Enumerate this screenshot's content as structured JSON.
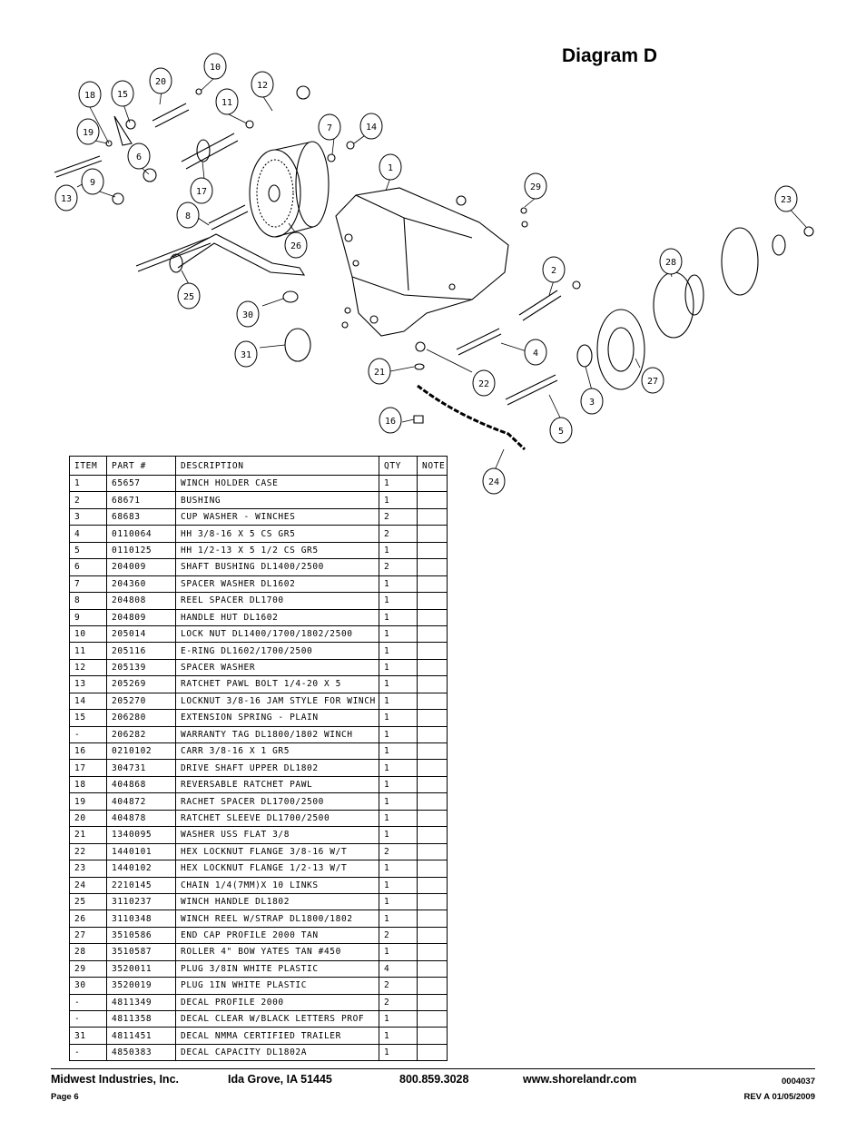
{
  "title": "Diagram D",
  "callouts": [
    "18",
    "15",
    "20",
    "10",
    "12",
    "11",
    "19",
    "6",
    "7",
    "14",
    "1",
    "13",
    "9",
    "17",
    "8",
    "26",
    "29",
    "23",
    "25",
    "30",
    "2",
    "28",
    "31",
    "4",
    "21",
    "22",
    "3",
    "27",
    "16",
    "5",
    "24"
  ],
  "table": {
    "headers": [
      "ITEM",
      "PART #",
      "DESCRIPTION",
      "QTY",
      "NOTE"
    ],
    "rows": [
      [
        "1",
        "65657",
        "WINCH HOLDER CASE",
        "1",
        ""
      ],
      [
        "2",
        "68671",
        "BUSHING",
        "1",
        ""
      ],
      [
        "3",
        "68683",
        "CUP WASHER - WINCHES",
        "2",
        ""
      ],
      [
        "4",
        "0110064",
        "HH 3/8-16 X 5 CS GR5",
        "2",
        ""
      ],
      [
        "5",
        "0110125",
        "HH 1/2-13 X 5 1/2 CS GR5",
        "1",
        ""
      ],
      [
        "6",
        "204009",
        "SHAFT BUSHING  DL1400/2500",
        "2",
        ""
      ],
      [
        "7",
        "204360",
        "SPACER WASHER  DL1602",
        "1",
        ""
      ],
      [
        "8",
        "204808",
        "REEL SPACER  DL1700",
        "1",
        ""
      ],
      [
        "9",
        "204809",
        "HANDLE HUT  DL1602",
        "1",
        ""
      ],
      [
        "10",
        "205014",
        "LOCK NUT  DL1400/1700/1802/2500",
        "1",
        ""
      ],
      [
        "11",
        "205116",
        "E-RING DL1602/1700/2500",
        "1",
        ""
      ],
      [
        "12",
        "205139",
        "SPACER WASHER",
        "1",
        ""
      ],
      [
        "13",
        "205269",
        "RATCHET PAWL BOLT 1/4-20 X 5",
        "1",
        ""
      ],
      [
        "14",
        "205270",
        "LOCKNUT 3/8-16 JAM STYLE FOR WINCH",
        "1",
        ""
      ],
      [
        "15",
        "206280",
        "EXTENSION SPRING - PLAIN",
        "1",
        ""
      ],
      [
        "-",
        "206282",
        "WARRANTY TAG DL1800/1802 WINCH",
        "1",
        ""
      ],
      [
        "16",
        "0210102",
        "CARR 3/8-16 X 1 GR5",
        "1",
        ""
      ],
      [
        "17",
        "304731",
        "DRIVE SHAFT UPPER  DL1802",
        "1",
        ""
      ],
      [
        "18",
        "404868",
        "REVERSABLE RATCHET PAWL",
        "1",
        ""
      ],
      [
        "19",
        "404872",
        "RACHET SPACER  DL1700/2500",
        "1",
        ""
      ],
      [
        "20",
        "404878",
        "RATCHET SLEEVE  DL1700/2500",
        "1",
        ""
      ],
      [
        "21",
        "1340095",
        "WASHER USS FLAT 3/8",
        "1",
        ""
      ],
      [
        "22",
        "1440101",
        "HEX LOCKNUT FLANGE 3/8-16 W/T",
        "2",
        ""
      ],
      [
        "23",
        "1440102",
        "HEX LOCKNUT FLANGE 1/2-13 W/T",
        "1",
        ""
      ],
      [
        "24",
        "2210145",
        "CHAIN 1/4(7MM)X 10 LINKS",
        "1",
        ""
      ],
      [
        "25",
        "3110237",
        "WINCH HANDLE  DL1802",
        "1",
        ""
      ],
      [
        "26",
        "3110348",
        "WINCH REEL W/STRAP  DL1800/1802",
        "1",
        ""
      ],
      [
        "27",
        "3510586",
        "END CAP PROFILE 2000 TAN",
        "2",
        ""
      ],
      [
        "28",
        "3510587",
        "ROLLER 4\" BOW YATES TAN #450",
        "1",
        ""
      ],
      [
        "29",
        "3520011",
        "PLUG  3/8IN WHITE PLASTIC",
        "4",
        ""
      ],
      [
        "30",
        "3520019",
        "PLUG  1IN WHITE PLASTIC",
        "2",
        ""
      ],
      [
        "-",
        "4811349",
        "DECAL PROFILE 2000",
        "2",
        ""
      ],
      [
        "-",
        "4811358",
        "DECAL CLEAR W/BLACK LETTERS PROF",
        "1",
        ""
      ],
      [
        "31",
        "4811451",
        "DECAL NMMA CERTIFIED TRAILER",
        "1",
        ""
      ],
      [
        "-",
        "4850383",
        "DECAL CAPACITY DL1802A",
        "1",
        ""
      ]
    ]
  },
  "footer": {
    "company": "Midwest Industries, Inc.",
    "city": "Ida Grove, IA  51445",
    "phone": "800.859.3028",
    "website": "www.shorelandr.com",
    "doc_number": "0004037",
    "page": "Page 6",
    "revision": "REV A  01/05/2009"
  }
}
